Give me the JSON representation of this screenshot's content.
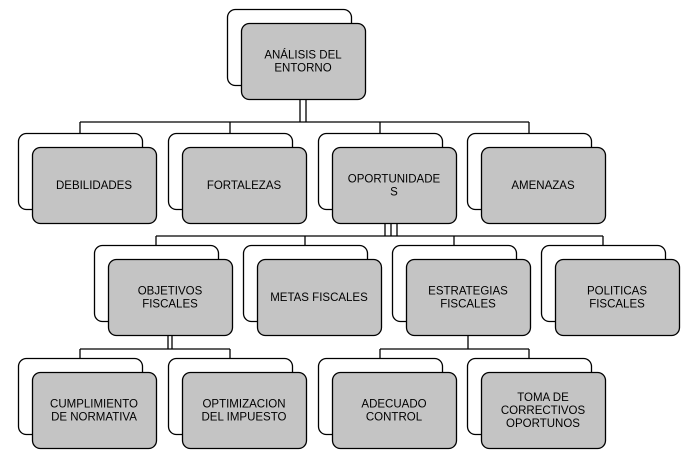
{
  "colors": {
    "box_fill": "#c4c4c4",
    "back_fill": "#ffffff",
    "stroke": "#000000",
    "text": "#000000"
  },
  "diagram": {
    "root": {
      "label": [
        "ANÁLISIS DEL",
        "ENTORNO"
      ]
    },
    "level1": [
      {
        "id": "debilidades",
        "label": [
          "DEBILIDADES"
        ]
      },
      {
        "id": "fortalezas",
        "label": [
          "FORTALEZAS"
        ]
      },
      {
        "id": "oportunidades",
        "label": [
          "OPORTUNIDADE",
          "S"
        ]
      },
      {
        "id": "amenazas",
        "label": [
          "AMENAZAS"
        ]
      }
    ],
    "level2": [
      {
        "id": "objetivos-fiscales",
        "label": [
          "OBJETIVOS",
          "FISCALES"
        ]
      },
      {
        "id": "metas-fiscales",
        "label": [
          "METAS FISCALES"
        ]
      },
      {
        "id": "estrategias-fiscales",
        "label": [
          "ESTRATEGIAS",
          "FISCALES"
        ]
      },
      {
        "id": "politicas-fiscales",
        "label": [
          "POLITICAS",
          "FISCALES"
        ]
      }
    ],
    "level3": [
      {
        "id": "cumplimiento-de-normativa",
        "label": [
          "CUMPLIMIENTO",
          "DE NORMATIVA"
        ]
      },
      {
        "id": "optimizacion-del-impuesto",
        "label": [
          "OPTIMIZACION",
          "DEL IMPUESTO"
        ]
      },
      {
        "id": "adecuado-control",
        "label": [
          "ADECUADO",
          "CONTROL"
        ]
      },
      {
        "id": "toma-de-correctivos-oportunos",
        "label": [
          "TOMA DE",
          "CORRECTIVOS",
          "OPORTUNOS"
        ]
      }
    ]
  }
}
